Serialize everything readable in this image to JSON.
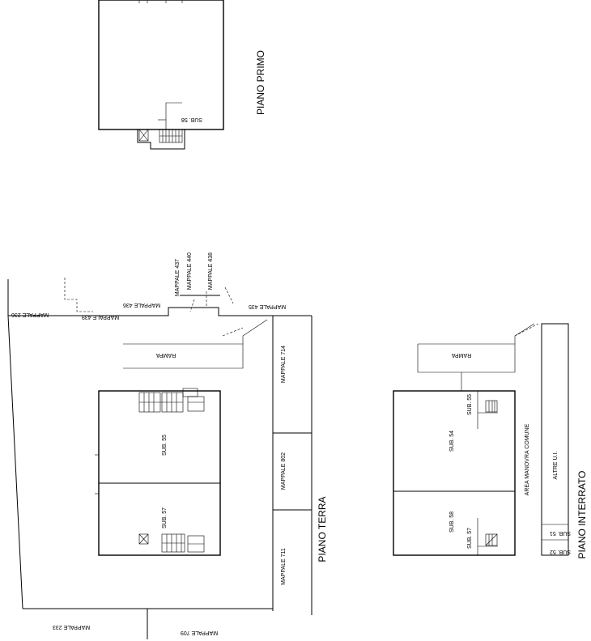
{
  "floors": {
    "first": "PIANO PRIMO",
    "ground": "PIANO TERRA",
    "basement": "PIANO INTERRATO"
  },
  "units": {
    "first_sub58": "SUB. 58",
    "ground_sub55": "SUB. 55",
    "ground_sub57": "SUB. 57",
    "base_sub55": "SUB. 55",
    "base_sub54": "SUB. 54",
    "base_sub58": "SUB. 58",
    "base_sub57": "SUB. 57",
    "base_sub51": "SUB. 51",
    "base_sub52": "SUB. 52"
  },
  "areas": {
    "ramp_ground": "RAMPA",
    "ramp_base": "RAMPA",
    "common": "AREA MANOVRA COMUNE",
    "other": "ALTRE U.I."
  },
  "parcels": {
    "m437": "MAPPALE 437",
    "m440": "MAPPALE 440",
    "m438": "MAPPALE 438",
    "m436": "MAPPALE 436",
    "m439": "MAPPALE 439",
    "m236": "MAPPALE 236",
    "m435": "MAPPALE 435",
    "m714": "MAPPALE 714",
    "m802": "MAPPALE 802",
    "m711": "MAPPALE 711",
    "m233": "MAPPALE 233",
    "m709": "MAPPALE 709"
  }
}
